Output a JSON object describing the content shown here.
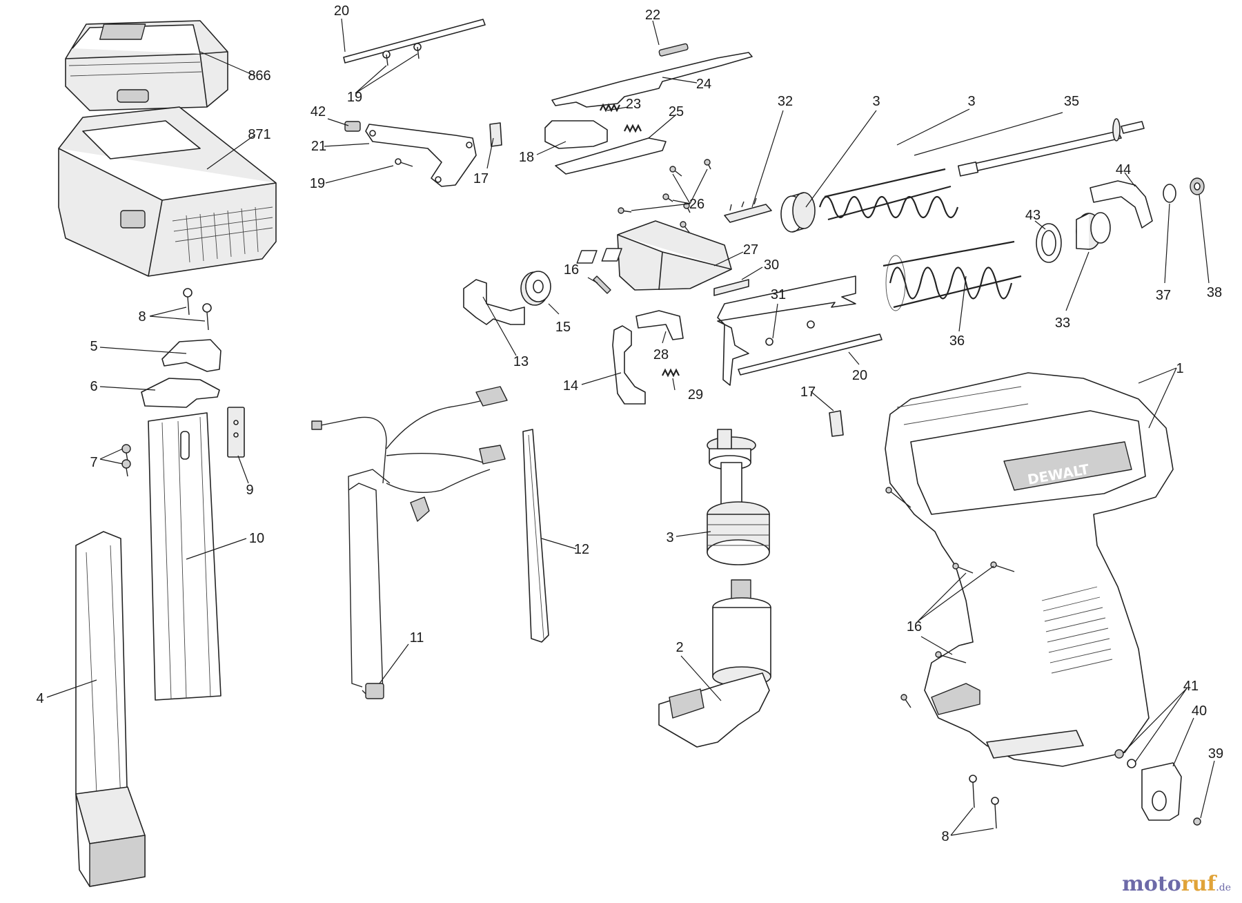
{
  "diagram": {
    "type": "exploded-parts-view",
    "brand_mark": "DEWALT",
    "part_labels": [
      {
        "id": "l866",
        "text": "866"
      },
      {
        "id": "l871",
        "text": "871"
      },
      {
        "id": "l20a",
        "text": "20"
      },
      {
        "id": "l19a",
        "text": "19"
      },
      {
        "id": "l42",
        "text": "42"
      },
      {
        "id": "l21",
        "text": "21"
      },
      {
        "id": "l19b",
        "text": "19"
      },
      {
        "id": "l17a",
        "text": "17"
      },
      {
        "id": "l22",
        "text": "22"
      },
      {
        "id": "l24",
        "text": "24"
      },
      {
        "id": "l23",
        "text": "23"
      },
      {
        "id": "l25",
        "text": "25"
      },
      {
        "id": "l18",
        "text": "18"
      },
      {
        "id": "l26",
        "text": "26"
      },
      {
        "id": "l27",
        "text": "27"
      },
      {
        "id": "l30",
        "text": "30"
      },
      {
        "id": "l32",
        "text": "32"
      },
      {
        "id": "l3a",
        "text": "3"
      },
      {
        "id": "l3b",
        "text": "3"
      },
      {
        "id": "l35",
        "text": "35"
      },
      {
        "id": "l44",
        "text": "44"
      },
      {
        "id": "l43",
        "text": "43"
      },
      {
        "id": "l33",
        "text": "33"
      },
      {
        "id": "l37",
        "text": "37"
      },
      {
        "id": "l38",
        "text": "38"
      },
      {
        "id": "l36",
        "text": "36"
      },
      {
        "id": "l31",
        "text": "31"
      },
      {
        "id": "l20b",
        "text": "20"
      },
      {
        "id": "l16a",
        "text": "16"
      },
      {
        "id": "l15",
        "text": "15"
      },
      {
        "id": "l13",
        "text": "13"
      },
      {
        "id": "l14",
        "text": "14"
      },
      {
        "id": "l28",
        "text": "28"
      },
      {
        "id": "l29",
        "text": "29"
      },
      {
        "id": "l8a",
        "text": "8"
      },
      {
        "id": "l5",
        "text": "5"
      },
      {
        "id": "l6",
        "text": "6"
      },
      {
        "id": "l9",
        "text": "9"
      },
      {
        "id": "l7",
        "text": "7"
      },
      {
        "id": "l10",
        "text": "10"
      },
      {
        "id": "l4",
        "text": "4"
      },
      {
        "id": "l11",
        "text": "11"
      },
      {
        "id": "l12",
        "text": "12"
      },
      {
        "id": "l17b",
        "text": "17"
      },
      {
        "id": "l1",
        "text": "1"
      },
      {
        "id": "l3c",
        "text": "3"
      },
      {
        "id": "l2",
        "text": "2"
      },
      {
        "id": "l16b",
        "text": "16"
      },
      {
        "id": "l41",
        "text": "41"
      },
      {
        "id": "l40",
        "text": "40"
      },
      {
        "id": "l39",
        "text": "39"
      },
      {
        "id": "l8b",
        "text": "8"
      }
    ]
  },
  "watermark": {
    "part1": "moto",
    "part2": "ruf",
    "suffix": ".de"
  }
}
